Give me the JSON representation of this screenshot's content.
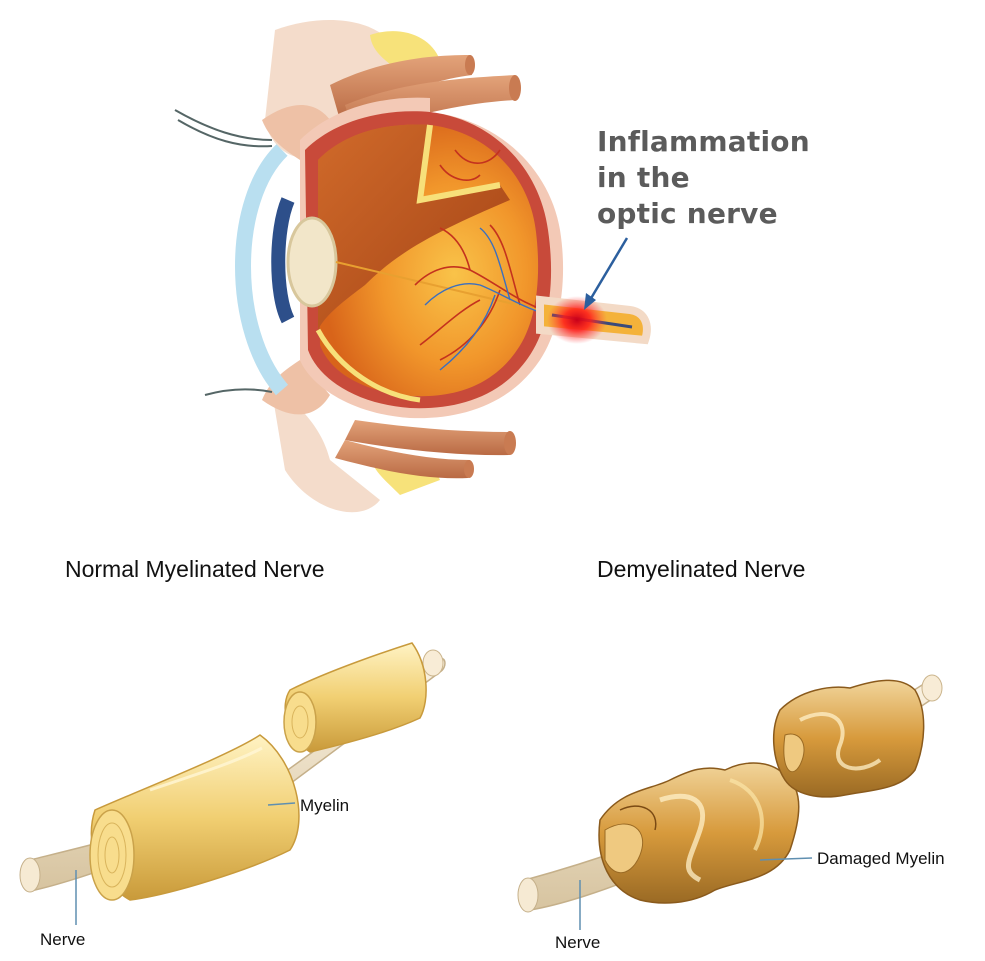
{
  "eye": {
    "callout": [
      "Inflammation",
      "in the",
      "optic nerve"
    ]
  },
  "normal_panel": {
    "heading": "Normal Myelinated Nerve",
    "myelin_label": "Myelin",
    "nerve_label": "Nerve"
  },
  "damaged_panel": {
    "heading": "Demyelinated Nerve",
    "myelin_label": "Damaged Myelin",
    "nerve_label": "Nerve"
  }
}
